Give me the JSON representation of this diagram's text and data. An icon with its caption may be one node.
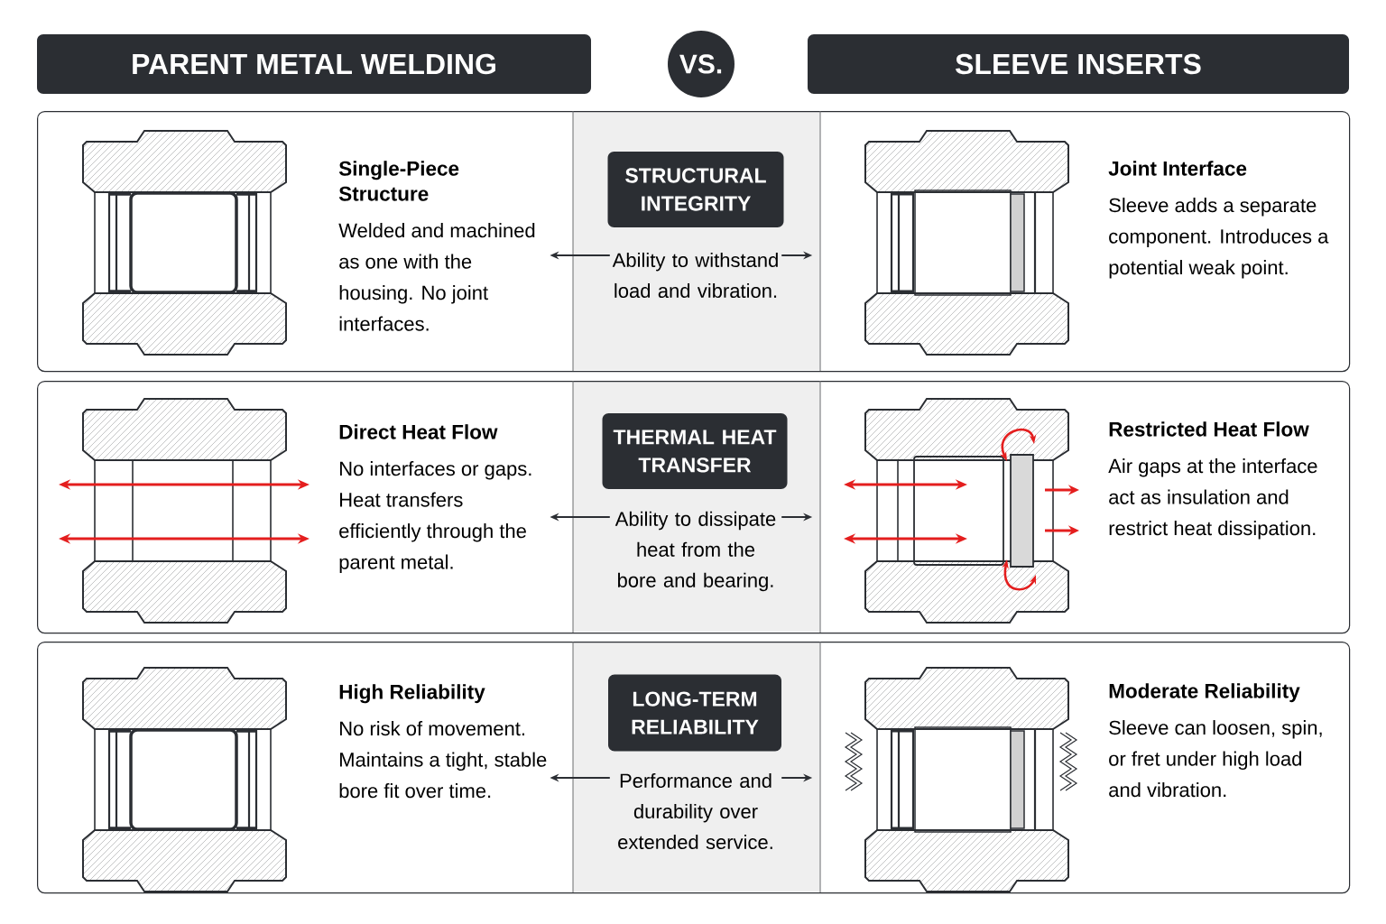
{
  "diagram": {
    "nodes": [
      {
        "text": [
          "PARENT METAL WELDING"
        ]
      },
      {
        "text": [
          "VS."
        ]
      },
      {
        "text": [
          "SLEEVE INSERTS"
        ]
      },
      {
        "text": [],
        "shape": "box"
      },
      {
        "text": [
          "Single-Piece Structure",
          "Welded and machined as one with the housing. No joint interfaces."
        ],
        "in": 3
      },
      {
        "text": [
          "STRUCTURAL INTEGRITY"
        ],
        "in": 3
      },
      {
        "text": [
          "Ability to withstand load and vibration."
        ],
        "in": 3
      },
      {
        "text": [
          "Joint Interface",
          "Sleeve adds a separate component. Introduces a potential weak point."
        ],
        "in": 3
      },
      {
        "text": [],
        "shape": "box"
      },
      {
        "text": [
          "Direct Heat Flow",
          "No interfaces or gaps. Heat transfers efficiently through the parent metal."
        ],
        "in": 8
      },
      {
        "text": [
          "THERMAL HEAT TRANSFER"
        ],
        "in": 8
      },
      {
        "text": [
          "Ability to dissipate heat from the bore and bearing."
        ],
        "in": 8
      },
      {
        "text": [
          "Restricted Heat Flow",
          "Air gaps at the interface act as insulation and restrict heat dissipation."
        ],
        "in": 8
      },
      {
        "text": [],
        "shape": "box"
      },
      {
        "text": [
          "High Reliability",
          "No risk of movement. Maintains a tight, stable bore fit over time."
        ],
        "in": 13
      },
      {
        "text": [
          "LONG-TERM RELIABILITY"
        ],
        "in": 13
      },
      {
        "text": [
          "Performance and durability over extended service."
        ],
        "in": 13
      },
      {
        "text": [
          "Moderate Reliability",
          "Sleeve can loosen, spin, or fret under high load and vibration."
        ],
        "in": 13
      }
    ],
    "edges": [
      {
        "from": 6,
        "to": 4,
        "arrow": "to"
      },
      {
        "from": 6,
        "to": null,
        "arrow": "to"
      },
      {
        "from": 11,
        "to": 9,
        "arrow": "to"
      },
      {
        "from": 11,
        "to": null,
        "arrow": "to"
      },
      {
        "from": 16,
        "to": 14,
        "arrow": "to"
      },
      {
        "from": 16,
        "to": null,
        "arrow": "to"
      }
    ]
  }
}
